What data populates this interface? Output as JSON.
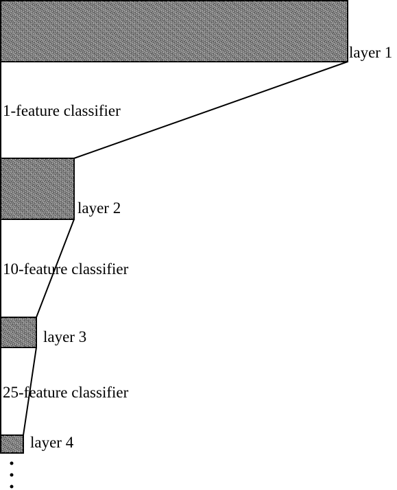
{
  "layers": [
    {
      "label": "layer 1"
    },
    {
      "label": "layer 2"
    },
    {
      "label": "layer 3"
    },
    {
      "label": "layer 4"
    }
  ],
  "classifiers": [
    {
      "label": "1-feature classifier"
    },
    {
      "label": "10-feature classifier"
    },
    {
      "label": "25-feature classifier"
    }
  ],
  "ellipsis": "⋮",
  "colors": {
    "line": "#000000",
    "texture_dark": "#3a3a3a",
    "texture_mid": "#7a7a7a",
    "texture_light": "#c8c8c8"
  }
}
